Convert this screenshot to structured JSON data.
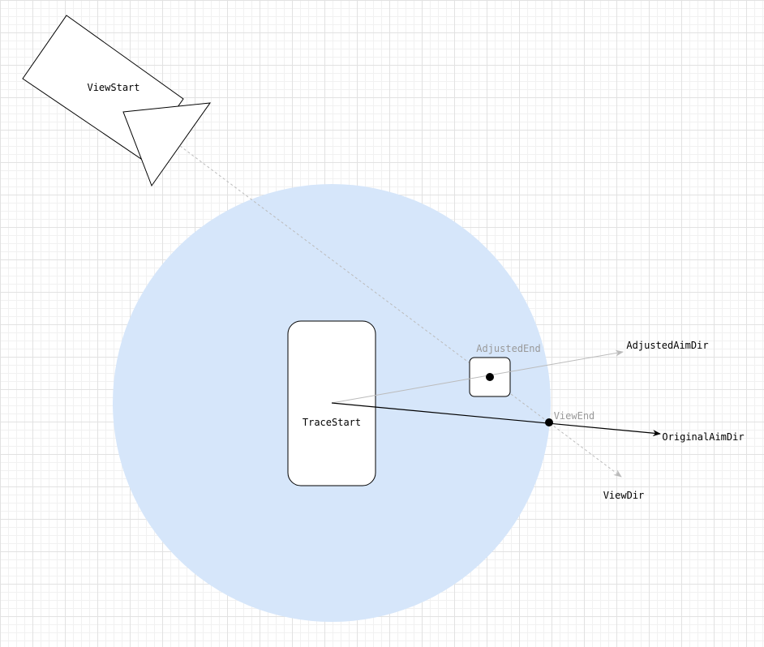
{
  "colors": {
    "sphere_fill": "#d6e6fa",
    "shape_stroke": "#000000",
    "shape_fill": "#ffffff",
    "muted": "#999999",
    "muted_line": "#bbbbbb",
    "line": "#000000"
  },
  "labels": {
    "view_start": "ViewStart",
    "trace_start": "TraceStart",
    "adjusted_end": "AdjustedEnd",
    "adjusted_aim_dir": "AdjustedAimDir",
    "view_end": "ViewEnd",
    "original_aim_dir": "OriginalAimDir",
    "view_dir": "ViewDir"
  }
}
